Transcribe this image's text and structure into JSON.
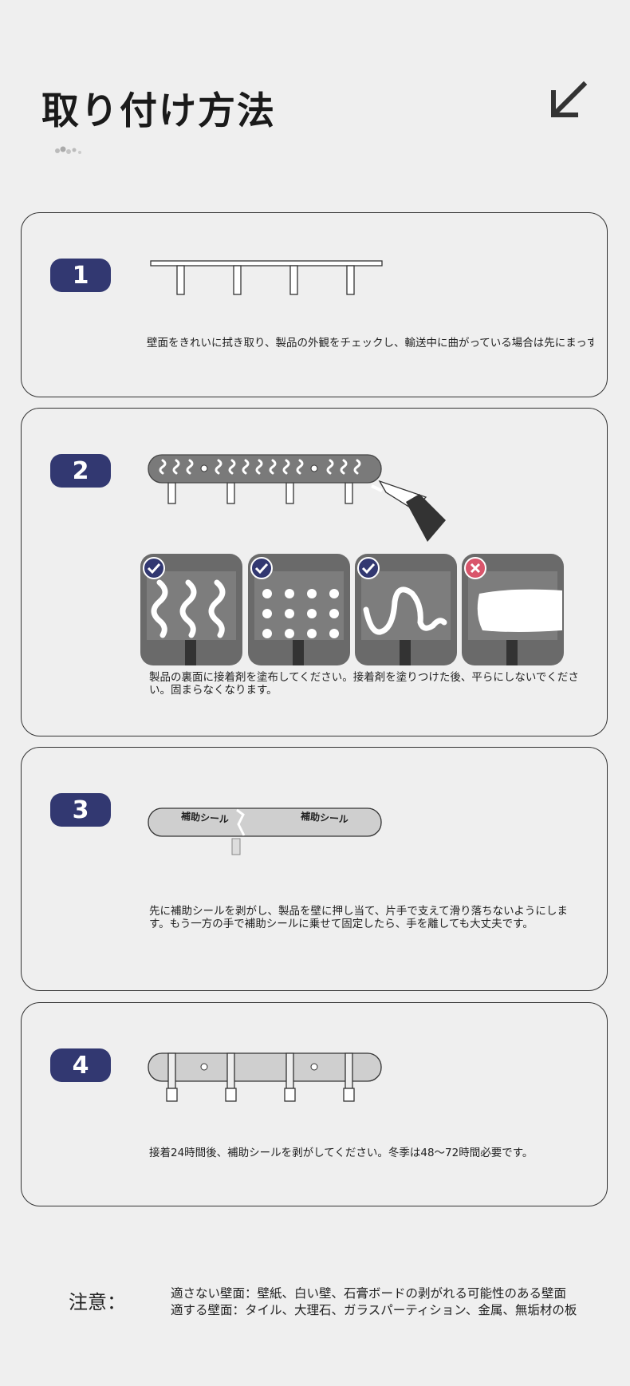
{
  "title": "取り付け方法",
  "steps": [
    {
      "number": "1",
      "text": "壁面をきれいに拭き取り、製品の外観をチェックし、輸送中に曲がっている場合は先にまっすぐにしてください。"
    },
    {
      "number": "2",
      "text": "製品の裏面に接着剤を塗布してください。接着剤を塗りつけた後、平らにしないでください。固まらなくなります。",
      "options": [
        {
          "pattern": "waves",
          "status": "correct"
        },
        {
          "pattern": "dots",
          "status": "correct"
        },
        {
          "pattern": "curve",
          "status": "correct"
        },
        {
          "pattern": "flat",
          "status": "wrong"
        }
      ]
    },
    {
      "number": "3",
      "text": "先に補助シールを剥がし、製品を壁に押し当て、片手で支えて滑り落ちないようにします。もう一方の手で補助シールに乗せて固定したら、手を離しても大丈夫です。",
      "sticker_labels": [
        "補助シール",
        "補助シール"
      ]
    },
    {
      "number": "4",
      "text": "接着24時間後、補助シールを剥がしてください。冬季は48～72時間必要です。"
    }
  ],
  "notice": {
    "label": "注意：",
    "lines": [
      "適さない壁面：壁紙、白い壁、石膏ボードの剥がれる可能性のある壁面",
      "適する壁面：タイル、大理石、ガラスパーティション、金属、無垢材の板"
    ]
  },
  "colors": {
    "badge": "#323871",
    "correct": "#323871",
    "wrong": "#d9556b",
    "glue": "#ffffff"
  }
}
